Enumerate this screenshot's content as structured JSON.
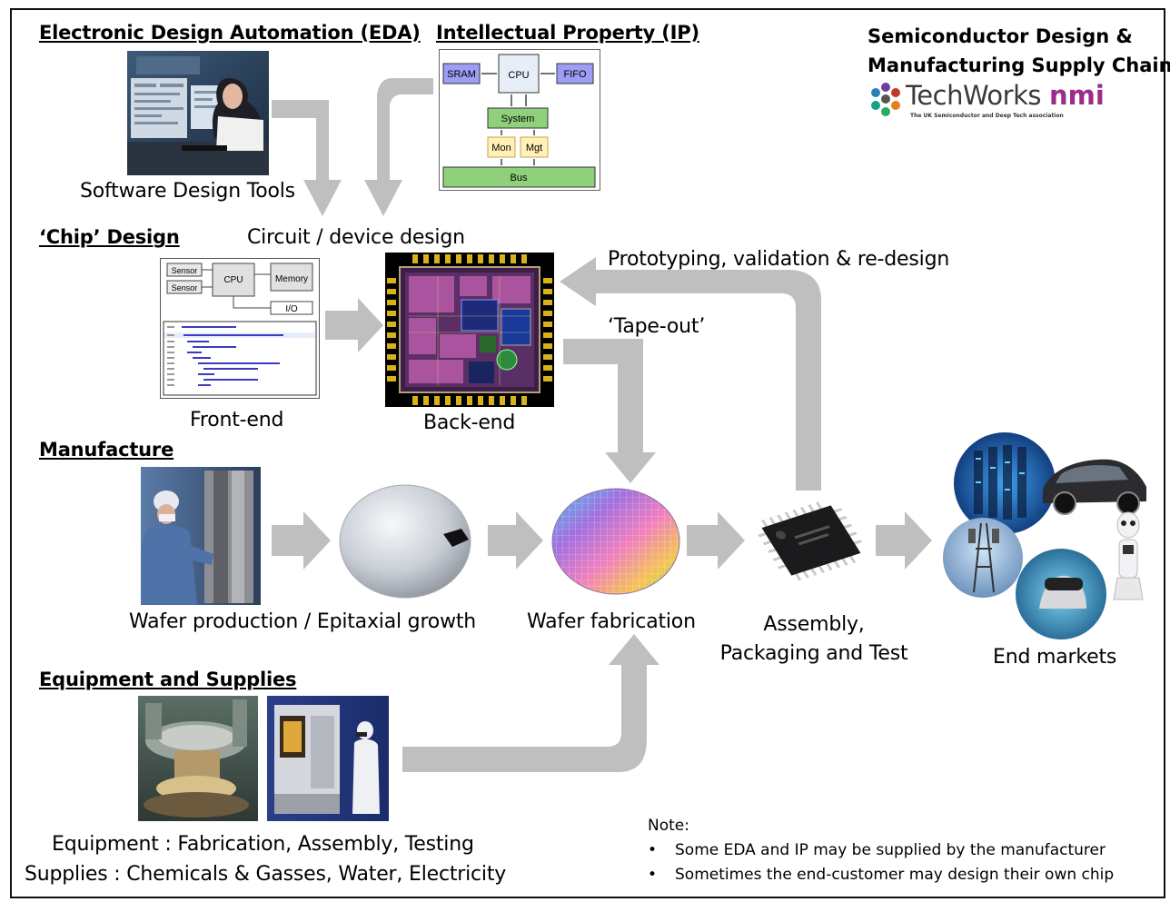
{
  "title": {
    "line1": "Semiconductor Design &",
    "line2": "Manufacturing Supply Chain"
  },
  "logo": {
    "brand": "TechWorks",
    "suffix": "nmi",
    "tagline": "The UK Semiconductor and Deep Tech association"
  },
  "sections": {
    "eda": "Electronic Design Automation (EDA)",
    "ip": "Intellectual Property (IP)",
    "chip_design": "‘Chip’ Design",
    "manufacture": "Manufacture",
    "equipment": "Equipment and Supplies"
  },
  "labels": {
    "software_tools": "Software Design Tools",
    "circuit_design": "Circuit / device design",
    "prototyping": "Prototyping, validation & re-design",
    "tapeout": "‘Tape-out’",
    "front_end": "Front-end",
    "back_end": "Back-end",
    "wafer_production": "Wafer production / Epitaxial growth",
    "wafer_fabrication": "Wafer fabrication",
    "assembly_1": "Assembly,",
    "assembly_2": "Packaging and Test",
    "end_markets": "End markets",
    "equipment_line": "Equipment : Fabrication, Assembly, Testing",
    "supplies_line": "Supplies : Chemicals & Gasses, Water, Electricity"
  },
  "ip_block": {
    "sram": "SRAM",
    "cpu": "CPU",
    "fifo": "FIFO",
    "system": "System",
    "mon": "Mon",
    "mgt": "Mgt",
    "bus": "Bus"
  },
  "frontend_block": {
    "sensor1": "Sensor",
    "sensor2": "Sensor",
    "cpu": "CPU",
    "memory": "Memory",
    "io": "I/O"
  },
  "note": {
    "heading": "Note:",
    "items": [
      "Some EDA and IP may be supplied by the manufacturer",
      "Sometimes the end-customer may design their own chip"
    ]
  },
  "colors": {
    "arrow": "#bfbfbf",
    "ip_blue": "#9d9df5",
    "ip_green": "#8fd17a",
    "ip_yellow": "#fff1b8",
    "logo_text": "#3a3a3a",
    "logo_accent": "#9b2c8a"
  }
}
